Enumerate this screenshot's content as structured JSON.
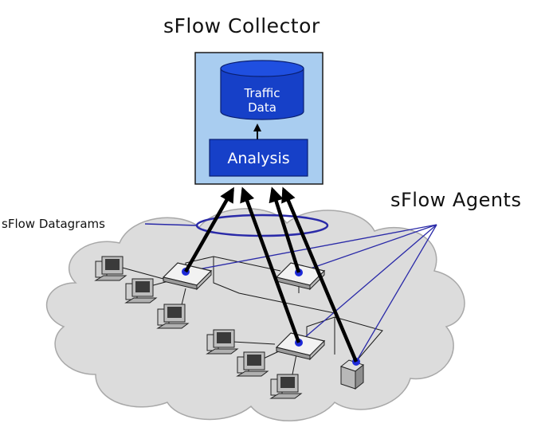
{
  "diagram": {
    "collector_title": "sFlow Collector",
    "traffic_data_line1": "Traffic",
    "traffic_data_line2": "Data",
    "analysis_label": "Analysis",
    "agents_label": "sFlow Agents",
    "datagrams_label": "sFlow Datagrams"
  },
  "colors": {
    "collector_fill": "#a9cdf0",
    "block_fill": "#1640c8",
    "cloud_fill": "#dcdcdc",
    "pointer_line": "#2a2aa8",
    "arrow": "#000000",
    "agent_dot": "#1e2ad8"
  }
}
